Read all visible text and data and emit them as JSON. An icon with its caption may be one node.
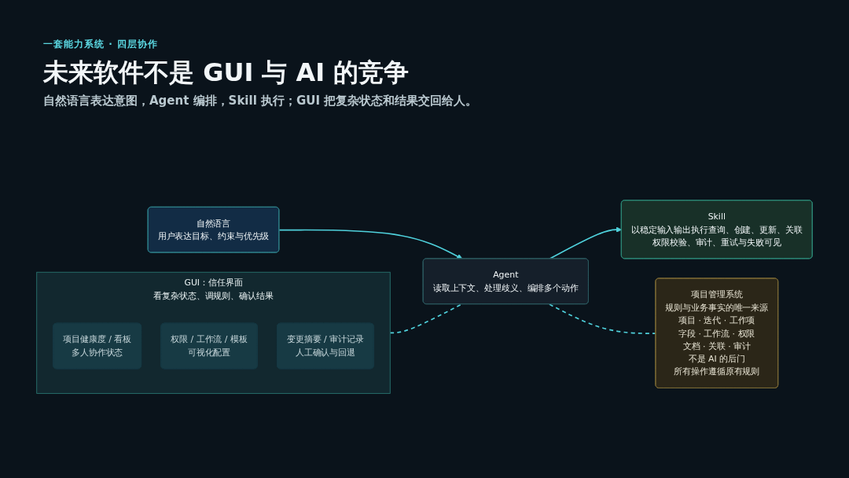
{
  "diagram": {
    "title": "未来软件不是 GUI 与 AI 的竞争",
    "nodes": [
      {
        "text": [
          "GUI：信任界面",
          "看复杂状态、调规则、确认结果"
        ]
      },
      {
        "text": [
          "项目健康度 / 看板",
          "多人协作状态"
        ],
        "in": 0
      },
      {
        "text": [
          "权限 / 工作流 / 模板",
          "可视化配置"
        ],
        "in": 0
      },
      {
        "text": [
          "变更摘要 / 审计记录",
          "人工确认与回退"
        ],
        "in": 0
      },
      {
        "text": [
          "自然语言",
          "用户表达目标、约束与优先级"
        ]
      },
      {
        "text": [
          "Agent",
          "读取上下文、处理歧义、编排多个动作"
        ]
      },
      {
        "text": [
          "Skill",
          "以稳定输入输出执行查询、创建、更新、关联",
          "权限校验、审计、重试与失败可见"
        ]
      },
      {
        "text": [
          "项目管理系统",
          "规则与业务事实的唯一来源",
          "项目 · 迭代 · 工作项",
          "字段 · 工作流 · 权限",
          "文档 · 关联 · 审计",
          "不是 AI 的后门",
          "所有操作遵循原有规则"
        ]
      }
    ],
    "edges": [
      {
        "from": 4,
        "to": 5,
        "arrow": "to"
      },
      {
        "from": 5,
        "to": 6,
        "arrow": "to"
      },
      {
        "from": 0,
        "to": 5,
        "arrow": "none",
        "style": "dashed"
      },
      {
        "from": 5,
        "to": 7,
        "arrow": "none",
        "style": "dashed"
      }
    ],
    "labels": [
      "一套能力系统 · 四层协作",
      "自然语言表达意图，Agent 编排，Skill 执行；GUI 把复杂状态和结果交回给人。"
    ]
  }
}
